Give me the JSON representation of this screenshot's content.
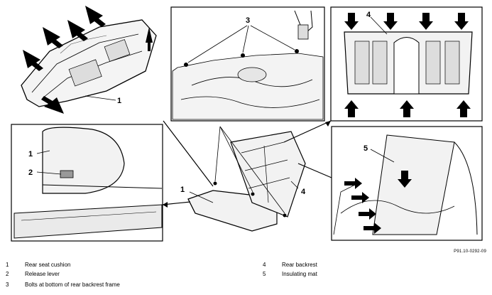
{
  "figure_code": "P91.10-0292-09",
  "callout_labels": {
    "panel_a": "1",
    "panel_b": "3",
    "panel_c": "4",
    "panel_d_1": "1",
    "panel_d_2": "2",
    "center_1": "1",
    "center_4": "4",
    "panel_f": "5"
  },
  "legend": [
    {
      "num": "1",
      "label": "Rear seat cushion"
    },
    {
      "num": "2",
      "label": "Release lever"
    },
    {
      "num": "3",
      "label": "Bolts at bottom of rear backrest frame"
    },
    {
      "num": "4",
      "label": "Rear backrest"
    },
    {
      "num": "5",
      "label": "Insulating mat"
    }
  ]
}
